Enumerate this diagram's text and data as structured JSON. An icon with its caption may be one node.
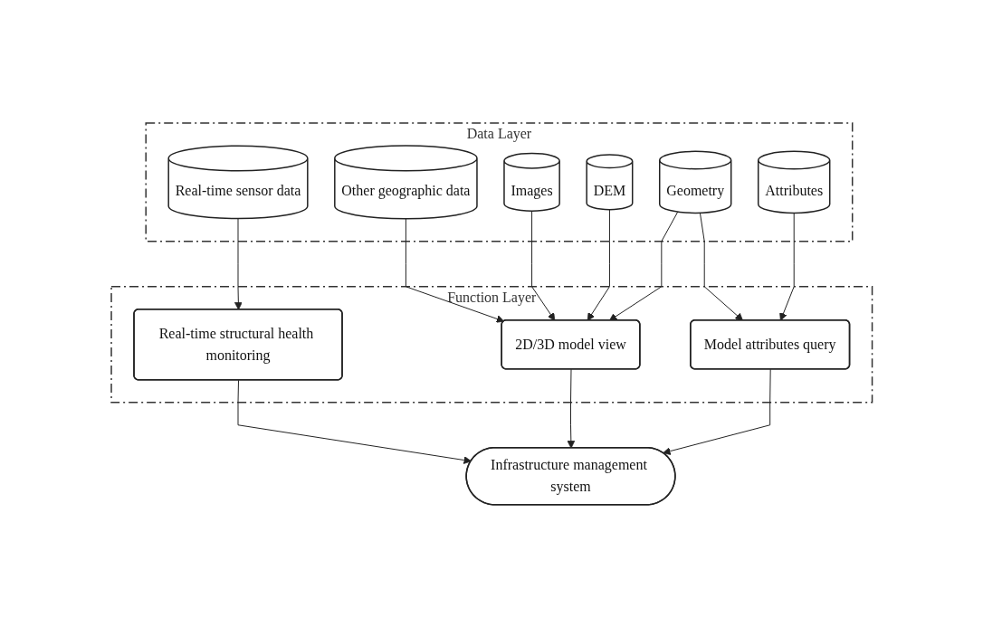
{
  "diagram": {
    "nodes": [
      {
        "text": [
          "Data Layer"
        ]
      },
      {
        "text": [
          "Real-time sensor data"
        ],
        "in": 0
      },
      {
        "text": [
          "Other geographic data"
        ],
        "in": 0
      },
      {
        "text": [
          "Images"
        ],
        "in": 0
      },
      {
        "text": [
          "DEM"
        ],
        "in": 0
      },
      {
        "text": [
          "Geometry"
        ],
        "in": 0
      },
      {
        "text": [
          "Attributes"
        ],
        "in": 0
      },
      {
        "text": [
          "Function Layer"
        ]
      },
      {
        "text": [
          "Real-time structural health monitoring"
        ],
        "in": 7
      },
      {
        "text": [
          "2D/3D model view"
        ],
        "in": 7
      },
      {
        "text": [
          "Model attributes query"
        ],
        "in": 7
      },
      {
        "text": [
          "Infrastructure management system"
        ]
      }
    ],
    "edges": [
      {
        "from": 1,
        "to": 8,
        "arrow": "to"
      },
      {
        "from": 2,
        "to": 9,
        "arrow": "to"
      },
      {
        "from": 3,
        "to": 9,
        "arrow": "to"
      },
      {
        "from": 4,
        "to": 9,
        "arrow": "to"
      },
      {
        "from": 5,
        "to": 9,
        "arrow": "to"
      },
      {
        "from": 5,
        "to": 10,
        "arrow": "to"
      },
      {
        "from": 6,
        "to": 10,
        "arrow": "to"
      },
      {
        "from": 8,
        "to": 11,
        "arrow": "to"
      },
      {
        "from": 9,
        "to": 11,
        "arrow": "to"
      },
      {
        "from": 10,
        "to": 11,
        "arrow": "to"
      }
    ]
  }
}
